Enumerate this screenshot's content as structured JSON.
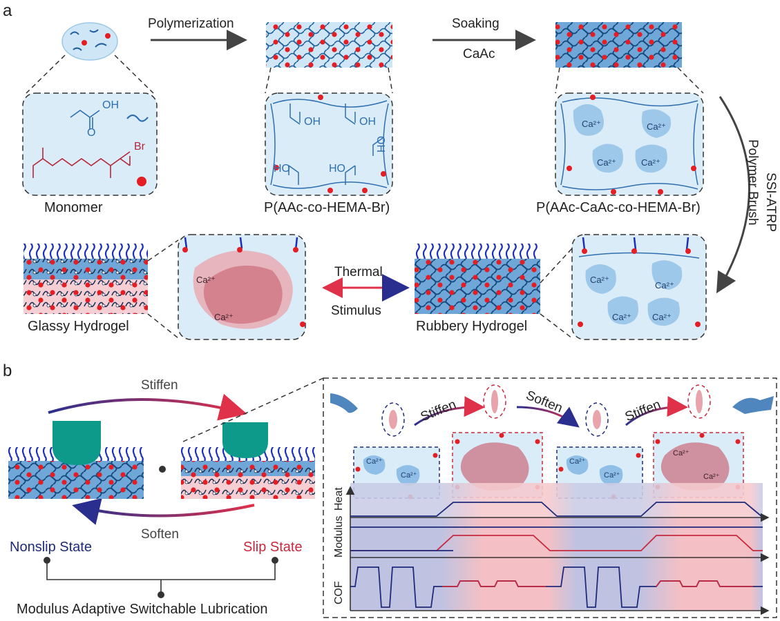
{
  "panel_a": {
    "label": "a",
    "arrow_polymerization": "Polymerization",
    "arrow_soaking": "Soaking",
    "arrow_caac": "CaAc",
    "monomer_oh": "OH",
    "monomer_o": "O",
    "monomer_br": "Br",
    "monomer_caption": "Monomer",
    "paa_caption": "P(AAc-co-HEMA-Br)",
    "paa_oh1": "OH",
    "paa_oh2": "OH",
    "paa_oh3": "OH",
    "paa_ho1": "HO",
    "paa_ho2": "HO",
    "ca_caption": "P(AAc-CaAc-co-HEMA-Br)",
    "ssi_label": "SSI-ATRP",
    "brush_label": "Polymer Brush",
    "thermal": "Thermal",
    "stimulus": "Stimulus",
    "glassy_caption": "Glassy Hydrogel",
    "rubbery_caption": "Rubbery Hydrogel",
    "ca_ion": "Ca²⁺"
  },
  "panel_b": {
    "label": "b",
    "stiffen": "Stiffen",
    "soften": "Soften",
    "nonslip": "Nonslip State",
    "slip": "Slip State",
    "bottom_caption": "Modulus Adaptive Switchable Lubrication",
    "right_stiffen_1": "Stiffen",
    "right_soften": "Soften",
    "right_stiffen_2": "Stiffen",
    "axis_heat": "Heat",
    "axis_modulus": "Modulus",
    "axis_cof": "COF"
  },
  "colors": {
    "blue_fill": "#d4e9f7",
    "blue_dark": "#2f6fb0",
    "red_dot": "#e31e24",
    "pink": "#f2c4c8",
    "navy": "#1e2a7a",
    "crimson": "#c7283d",
    "teal": "#0d9a8a"
  }
}
